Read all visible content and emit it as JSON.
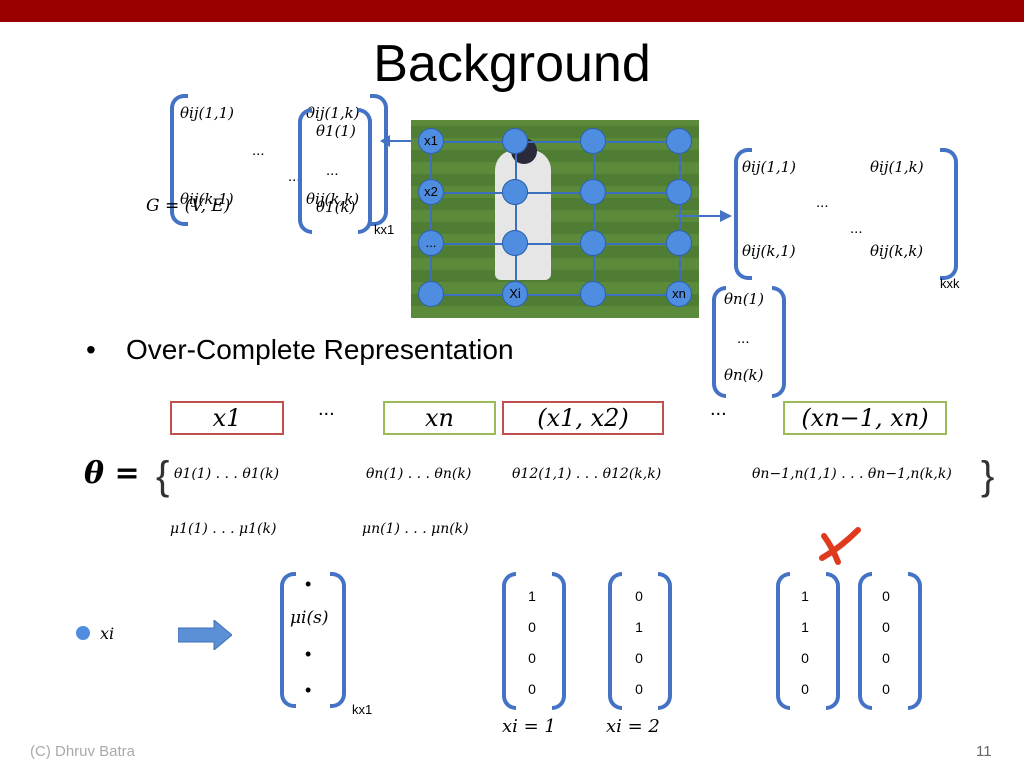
{
  "slide": {
    "title": "Background",
    "bullet": "Over-Complete Representation",
    "footer_left": "(C) Dhruv Batra",
    "page_number": "11",
    "accent_color": "#9b0000",
    "bracket_color": "#4472c4"
  },
  "left_matrix": {
    "tl": "θij(1,1)",
    "tr": "θij(1,k)",
    "mid1": "...",
    "mid2": "...",
    "mid3": "...",
    "bl": "θij(k,1)",
    "brc": "θij(k,k)",
    "graph_label": "G = (V, E)"
  },
  "col_vector_1": {
    "top": "θ1(1)",
    "bottom": "θ1(k)",
    "size": "kx1"
  },
  "right_matrix": {
    "tl": "θij(1,1)",
    "tr": "θij(1,k)",
    "mid1": "...",
    "mid2": "...",
    "bl": "θij(k,1)",
    "brc": "θij(k,k)",
    "size": "kxk"
  },
  "col_vector_n": {
    "top": "θn(1)",
    "mid": "...",
    "bottom": "θn(k)"
  },
  "grid_labels": {
    "x1": "x1",
    "x2": "x2",
    "dots": "...",
    "xi": "Xi",
    "xn": "xn"
  },
  "boxes": {
    "b1": "x1",
    "dots1": "...",
    "b2": "xn",
    "b3": "(x1, x2)",
    "dots2": "...",
    "b4": "(xn−1, xn)"
  },
  "theta_row": {
    "lhs": "θ =",
    "t1": "θ1(1) . . . θ1(k)",
    "t2": "θn(1) . . . θn(k)",
    "t3": "θ12(1,1) . . . θ12(k,k)",
    "t4": "θn−1,n(1,1) . . . θn−1,n(k,k)"
  },
  "mu_row": {
    "m1": "μ1(1) . . . μ1(k)",
    "m2": "μn(1) . . . μn(k)"
  },
  "bottom": {
    "node_label": "xi",
    "mu_vec_top": "•",
    "mu_vec_mid": "μi(s)",
    "mu_vec_b1": "•",
    "mu_vec_b2": "•",
    "mu_vec_size": "kx1",
    "v1": [
      "1",
      "0",
      "0",
      "0"
    ],
    "v2": [
      "0",
      "1",
      "0",
      "0"
    ],
    "v3": [
      "1",
      "1",
      "0",
      "0"
    ],
    "v4": [
      "0",
      "0",
      "0",
      "0"
    ],
    "v1_label": "xi = 1",
    "v2_label": "xi = 2"
  }
}
